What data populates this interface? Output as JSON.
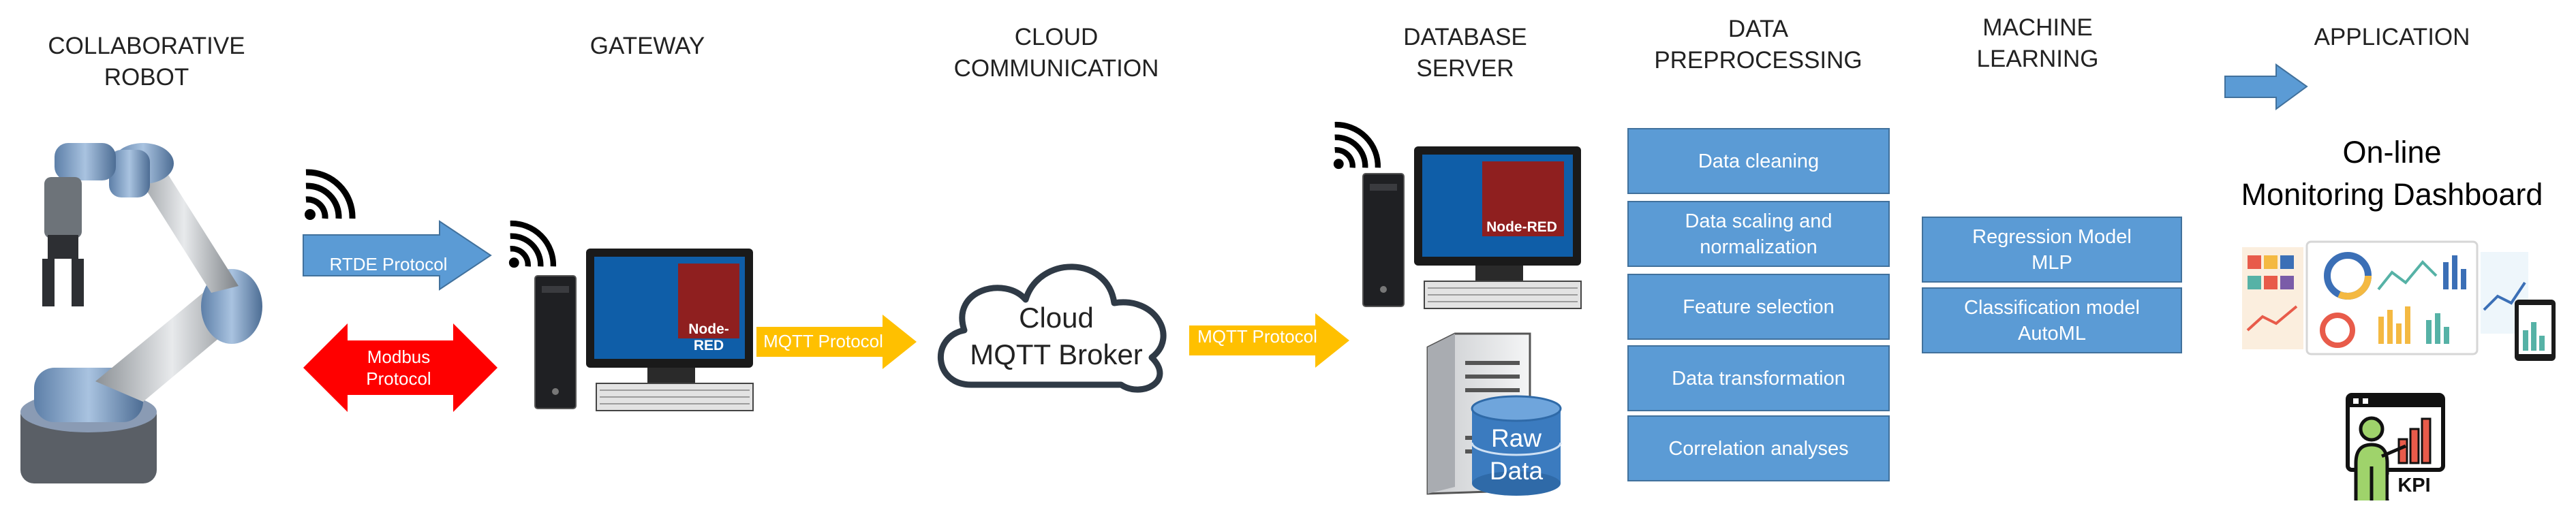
{
  "headers": {
    "robot": "COLLABORATIVE\nROBOT",
    "gateway": "GATEWAY",
    "cloud": "CLOUD\nCOMMUNICATION",
    "database": "DATABASE\nSERVER",
    "preprocessing": "DATA\nPREPROCESSING",
    "ml": "MACHINE\nLEARNING",
    "application": "APPLICATION"
  },
  "arrows": {
    "rtde": "RTDE Protocol",
    "modbus": "Modbus\nProtocol",
    "mqtt_gateway": "MQTT Protocol",
    "mqtt_cloud": "MQTT Protocol"
  },
  "node_red_label": "Node-RED",
  "cloud_text": "Cloud\nMQTT Broker",
  "raw_data_text": "Raw\nData",
  "preprocessing_steps": [
    "Data cleaning",
    "Data scaling and\nnormalization",
    "Feature selection",
    "Data transformation",
    "Correlation analyses"
  ],
  "ml_models": [
    "Regression Model\nMLP",
    "Classification model\nAutoML"
  ],
  "dashboard_title": "On-line\nMonitoring Dashboard",
  "kpi_label": "KPI",
  "colors": {
    "box_fill": "#5b9bd5",
    "box_border": "#41719c",
    "rtde_arrow": "#5b9bd5",
    "modbus_arrow": "#ff0000",
    "mqtt_arrow": "#ffc000",
    "node_red": "#8f1f1f"
  }
}
